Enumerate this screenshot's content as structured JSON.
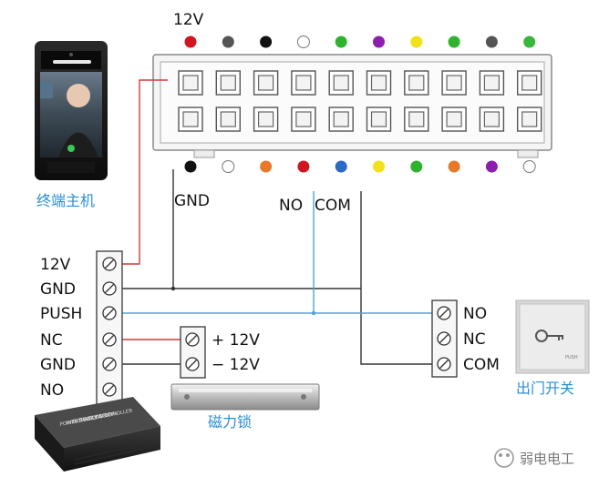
{
  "header_voltage": "12V",
  "top_dots": [
    "#d0161e",
    "#555555",
    "#111111",
    "#ffffff",
    "#2fb32f",
    "#8d1fb0",
    "#f2e01a",
    "#2fb32f",
    "#555555",
    "#39b739"
  ],
  "bottom_dots": [
    "#111111",
    "#ffffff",
    "#e8792a",
    "#d0161e",
    "#2a69c7",
    "#f2e01a",
    "#2fb32f",
    "#e8792a",
    "#8d1fb0",
    "#ffffff"
  ],
  "terminal_label": "终端主机",
  "gnd_top": "GND",
  "no_top": "NO",
  "com_top": "COM",
  "controller_terminals": [
    "12V",
    "GND",
    "PUSH",
    "NC",
    "GND",
    "NO"
  ],
  "lock_terminals": [
    "+ 12V",
    "− 12V"
  ],
  "lock_label": "磁力锁",
  "button_terminals": [
    "NO",
    "NC",
    "COM"
  ],
  "button_label": "出门开关",
  "psu_text": [
    "POWER SUPPLY CONTROLLER",
    "INPUT: AC220V 50Hz",
    "OUTPUT: DC 12V",
    "DC 12V 3A"
  ],
  "watermark": "弱电电工"
}
